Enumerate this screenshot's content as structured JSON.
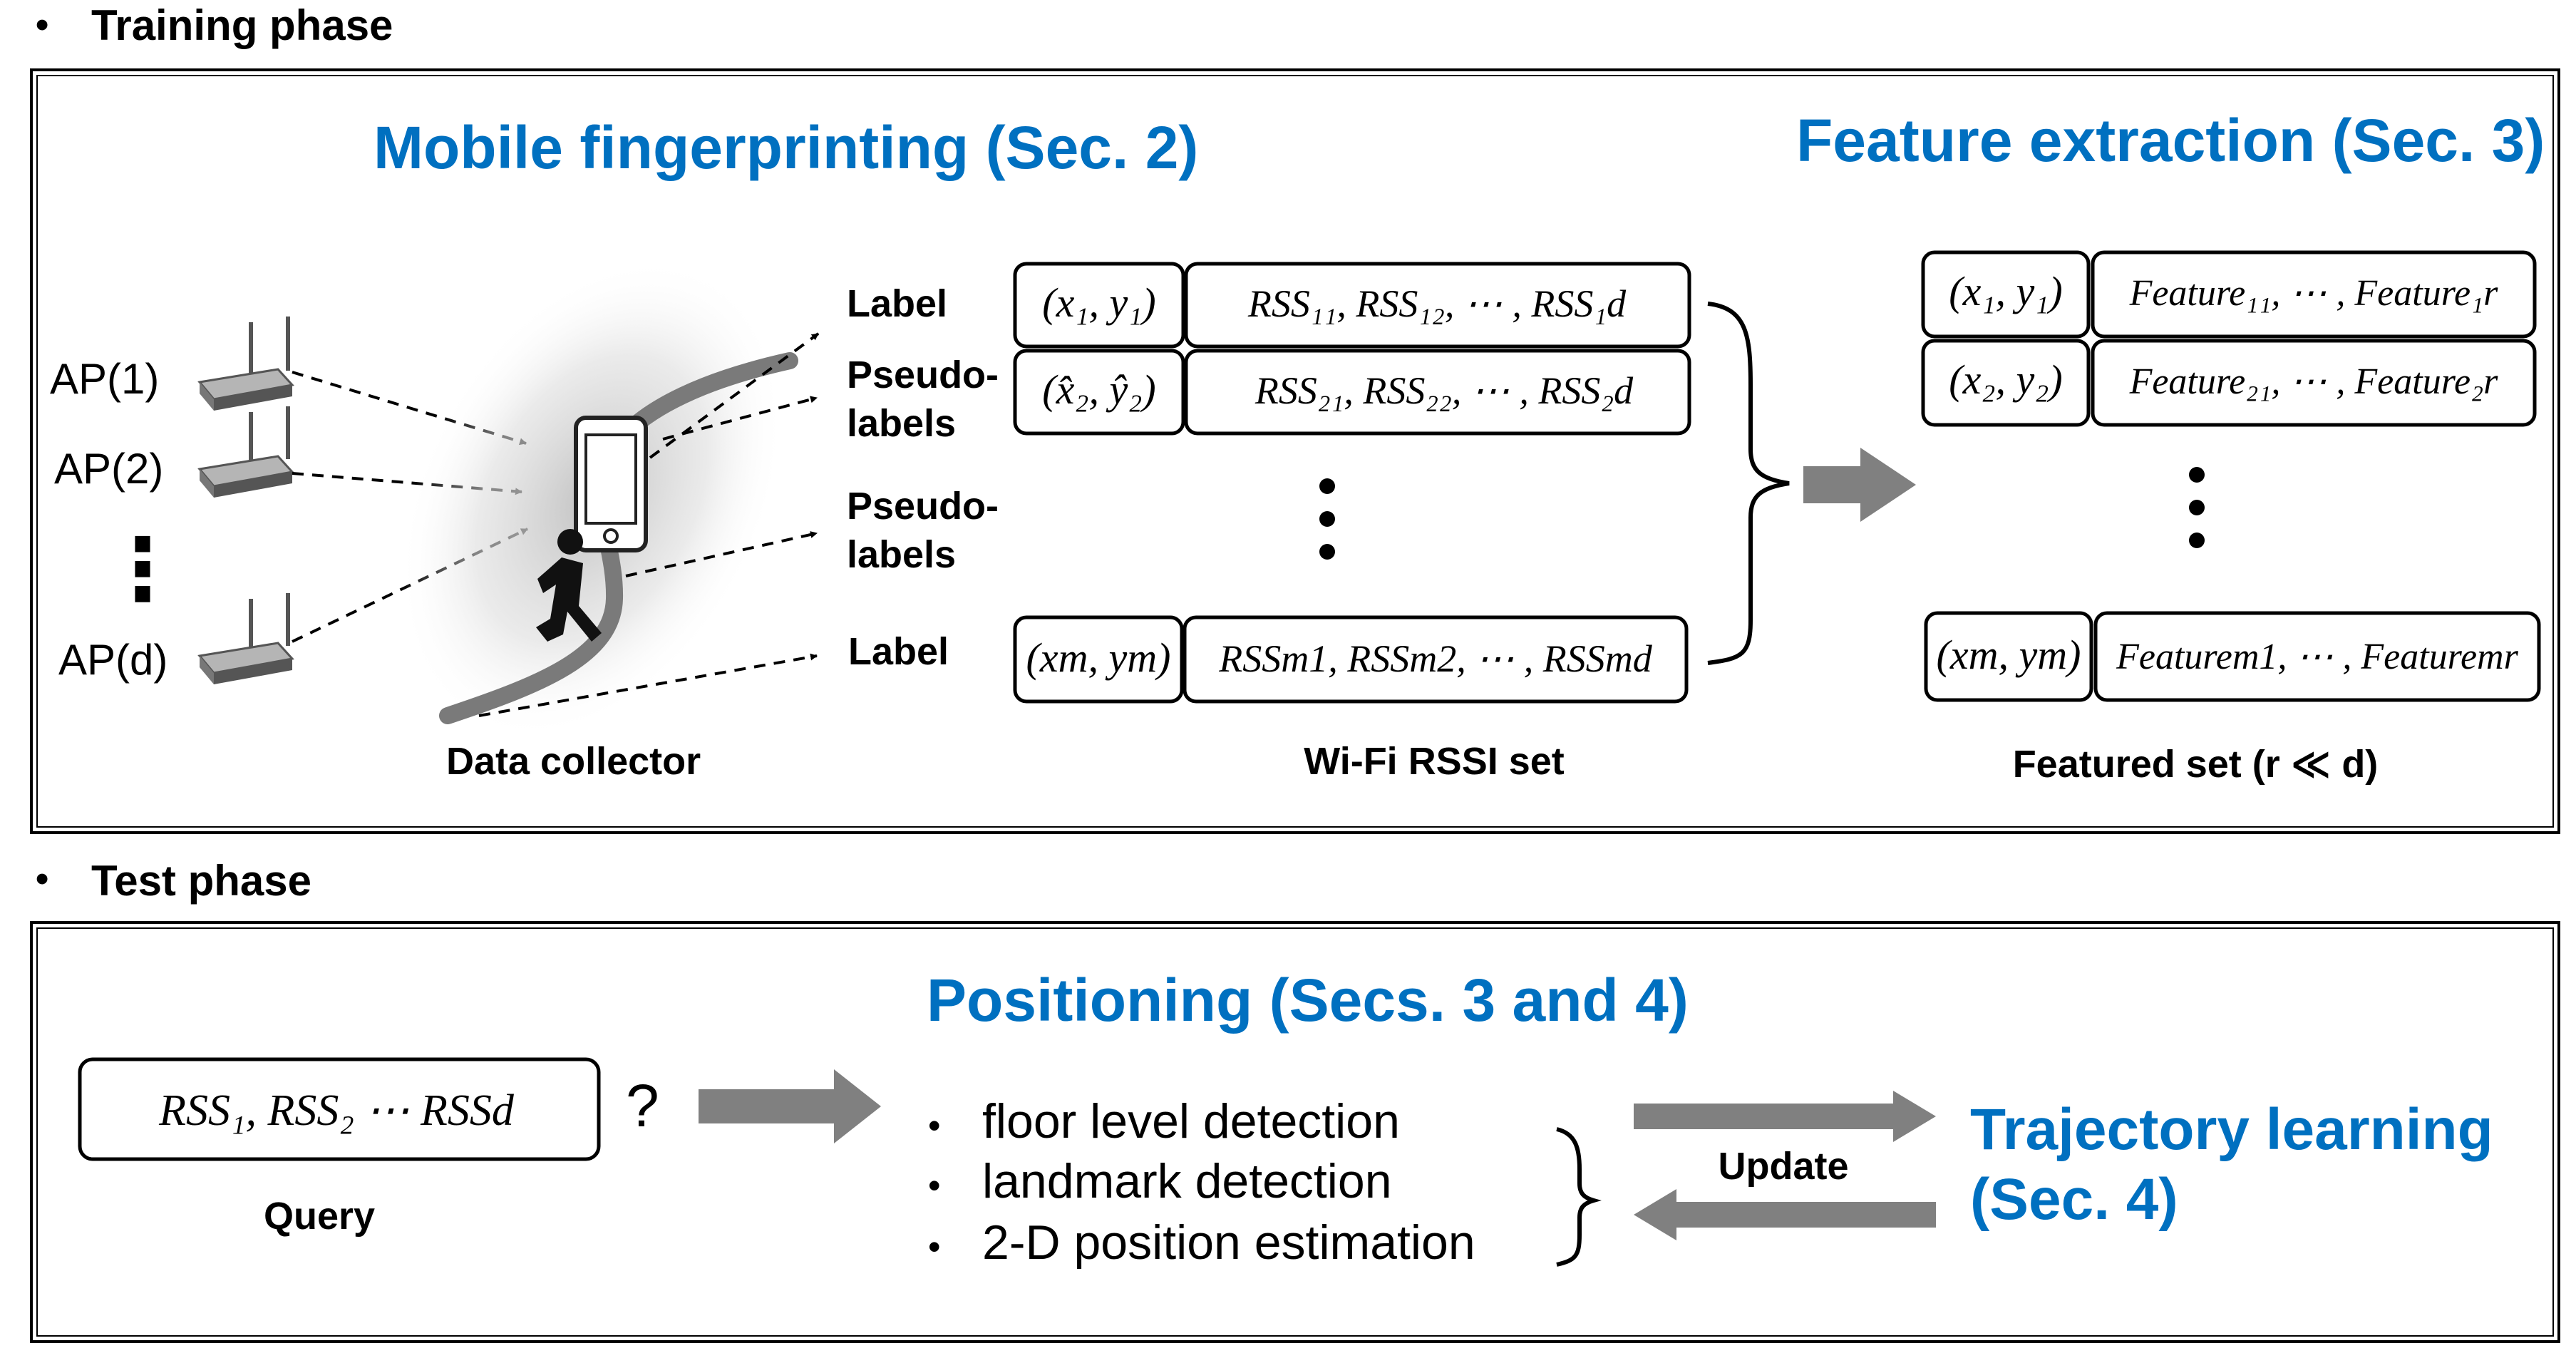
{
  "training": {
    "bullet": "•",
    "phase_label": "Training phase",
    "mobile_title": "Mobile fingerprinting (Sec. 2)",
    "feature_title": "Feature extraction (Sec. 3)",
    "aps": [
      "AP(1)",
      "AP(2)",
      "AP(d)"
    ],
    "ap_vdots": "⋮",
    "collector_label": "Data collector",
    "row_labels": [
      "Label",
      "Pseudo-\nlabels",
      "Pseudo-\nlabels",
      "Label"
    ],
    "rssi_rows": [
      {
        "pos": "(x₁, y₁)",
        "rss": "RSS₁₁, RSS₁₂, ⋯ , RSS₁d"
      },
      {
        "pos": "(x̂₂, ŷ₂)",
        "rss": "RSS₂₁, RSS₂₂, ⋯ , RSS₂d"
      },
      {
        "pos": "(xm, ym)",
        "rss": "RSSm1, RSSm2, ⋯ , RSSmd"
      }
    ],
    "rssi_caption": "Wi-Fi RSSI set",
    "feature_rows": [
      {
        "pos": "(x₁, y₁)",
        "feat": "Feature₁₁, ⋯ , Feature₁r"
      },
      {
        "pos": "(x₂, y₂)",
        "feat": "Feature₂₁, ⋯ , Feature₂r"
      },
      {
        "pos": "(xm, ym)",
        "feat": "Featurem1, ⋯ , Featuremr"
      }
    ],
    "feature_caption": "Featured set (r ≪ d)"
  },
  "test": {
    "bullet": "•",
    "phase_label": "Test phase",
    "positioning_title": "Positioning (Secs. 3 and 4)",
    "query_box": "RSS₁, RSS₂ ⋯ RSSd",
    "query_mark": "?",
    "query_label": "Query",
    "tasks": [
      "floor level detection",
      "landmark detection",
      "2-D position estimation"
    ],
    "update_label": "Update",
    "trajectory_title_line1": "Trajectory learning",
    "trajectory_title_line2": "(Sec. 4)"
  },
  "colors": {
    "accent": "#0070C0",
    "arrow": "#808080",
    "text": "#000000"
  }
}
